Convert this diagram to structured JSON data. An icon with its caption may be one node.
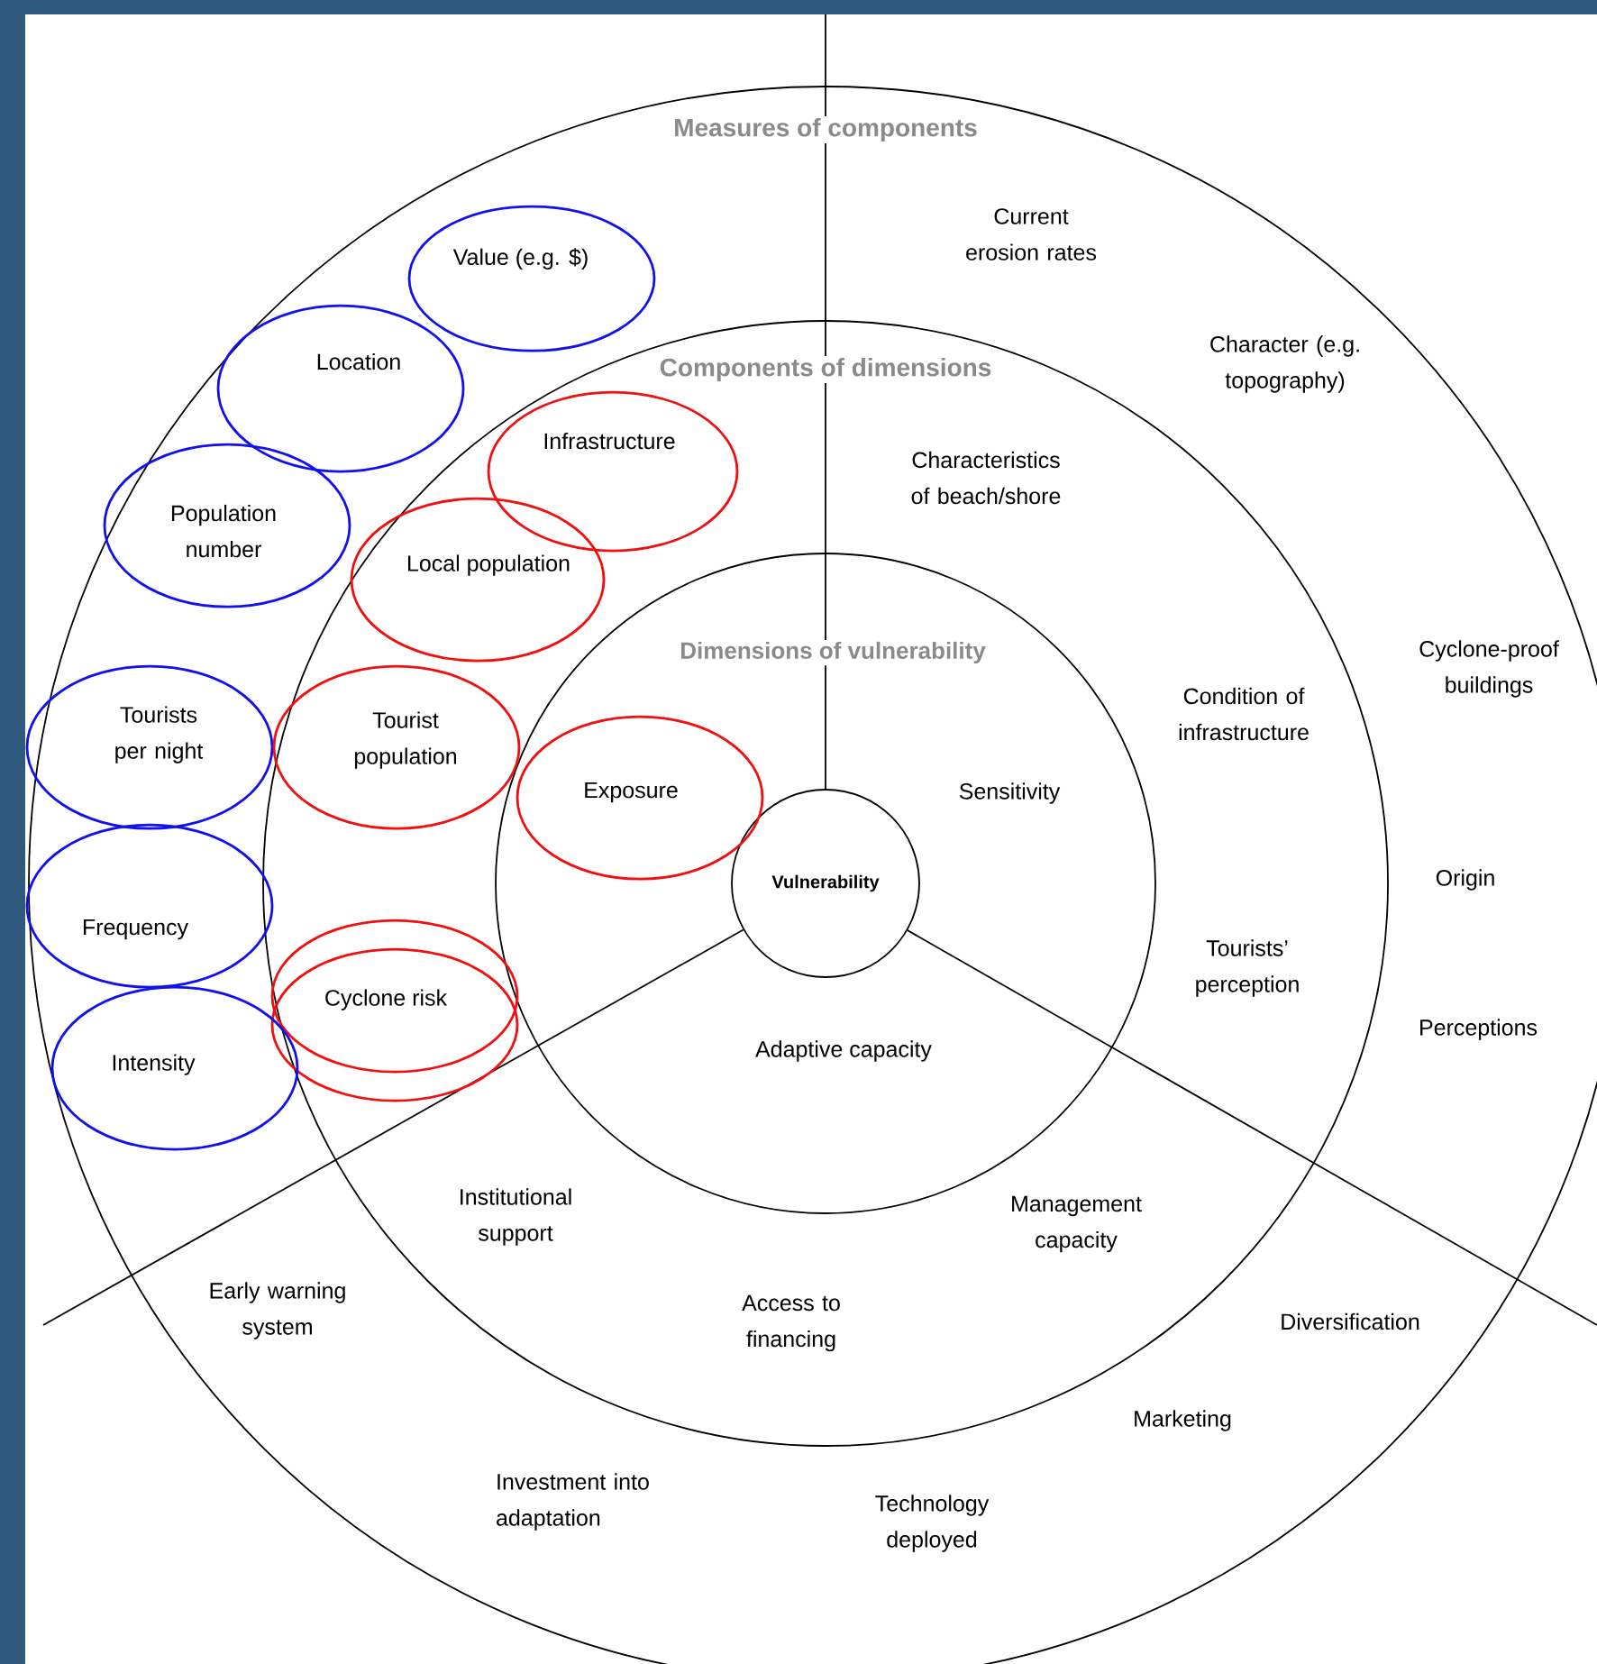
{
  "diagram": {
    "nodes": [
      {
        "text": [
          "Measures of components"
        ]
      },
      {
        "text": [
          "Components of dimensions"
        ],
        "in": 0
      },
      {
        "text": [
          "Dimensions of vulnerability"
        ],
        "in": 1
      },
      {
        "text": [
          "Vulnerability"
        ],
        "in": 2
      },
      {
        "text": [
          "Value (e.g. $)"
        ],
        "in": 0
      },
      {
        "text": [
          "Location"
        ],
        "in": 0
      },
      {
        "text": [
          "Infrastructure"
        ],
        "in": 1
      },
      {
        "text": [
          "Population number"
        ],
        "in": 0
      },
      {
        "text": [
          "Local population"
        ],
        "in": 1
      },
      {
        "text": [
          "Tourists per night"
        ],
        "in": 0
      },
      {
        "text": [
          "Tourist population"
        ],
        "in": 1
      },
      {
        "text": [
          "Exposure"
        ],
        "in": 2
      },
      {
        "text": [
          "Frequency"
        ],
        "in": 0
      },
      {
        "text": [
          "Cyclone risk"
        ],
        "in": 1
      },
      {
        "text": [
          "Intensity"
        ],
        "in": 0
      }
    ],
    "edges": [],
    "labels": [
      "Current erosion rates",
      "Character  (e.g. topography)",
      "Characteristics of beach/shore",
      "Cyclone-proof buildings",
      "Condition of infrastructure",
      "Sensitivity",
      "Origin",
      "Tourists’ perception",
      "Perceptions",
      "Adaptive capacity",
      "Institutional support",
      "Management capacity",
      "Early warning system",
      "Access to financing",
      "Diversification",
      "Marketing",
      "Investment into adaptation",
      "Technology deployed"
    ]
  }
}
